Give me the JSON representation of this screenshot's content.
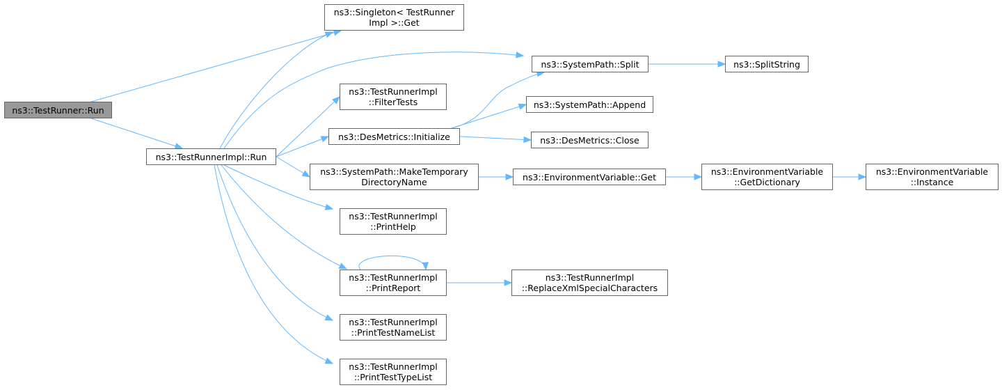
{
  "nodes": {
    "testrunner_run": {
      "lines": [
        "ns3::TestRunner::Run"
      ]
    },
    "singleton_get": {
      "lines": [
        "ns3::Singleton< TestRunner",
        "Impl >::Get"
      ]
    },
    "testrunnerimpl_run": {
      "lines": [
        "ns3::TestRunnerImpl::Run"
      ]
    },
    "systempath_split": {
      "lines": [
        "ns3::SystemPath::Split"
      ]
    },
    "splitstring": {
      "lines": [
        "ns3::SplitString"
      ]
    },
    "filtertests": {
      "lines": [
        "ns3::TestRunnerImpl",
        "::FilterTests"
      ]
    },
    "systempath_append": {
      "lines": [
        "ns3::SystemPath::Append"
      ]
    },
    "desmetrics_initialize": {
      "lines": [
        "ns3::DesMetrics::Initialize"
      ]
    },
    "desmetrics_close": {
      "lines": [
        "ns3::DesMetrics::Close"
      ]
    },
    "make_temp_dir": {
      "lines": [
        "ns3::SystemPath::MakeTemporary",
        "DirectoryName"
      ]
    },
    "envvar_get": {
      "lines": [
        "ns3::EnvironmentVariable::Get"
      ]
    },
    "envvar_getdictionary": {
      "lines": [
        "ns3::EnvironmentVariable",
        "::GetDictionary"
      ]
    },
    "envvar_instance": {
      "lines": [
        "ns3::EnvironmentVariable",
        "::Instance"
      ]
    },
    "printhelp": {
      "lines": [
        "ns3::TestRunnerImpl",
        "::PrintHelp"
      ]
    },
    "printreport": {
      "lines": [
        "ns3::TestRunnerImpl",
        "::PrintReport"
      ]
    },
    "replacexml": {
      "lines": [
        "ns3::TestRunnerImpl",
        "::ReplaceXmlSpecialCharacters"
      ]
    },
    "printtestnamelist": {
      "lines": [
        "ns3::TestRunnerImpl",
        "::PrintTestNameList"
      ]
    },
    "printtesttypelist": {
      "lines": [
        "ns3::TestRunnerImpl",
        "::PrintTestTypeList"
      ]
    }
  },
  "edges": [
    [
      "testrunner_run",
      "singleton_get"
    ],
    [
      "testrunner_run",
      "testrunnerimpl_run"
    ],
    [
      "testrunnerimpl_run",
      "singleton_get"
    ],
    [
      "testrunnerimpl_run",
      "systempath_split"
    ],
    [
      "testrunnerimpl_run",
      "filtertests"
    ],
    [
      "testrunnerimpl_run",
      "desmetrics_initialize"
    ],
    [
      "testrunnerimpl_run",
      "make_temp_dir"
    ],
    [
      "testrunnerimpl_run",
      "printhelp"
    ],
    [
      "testrunnerimpl_run",
      "printreport"
    ],
    [
      "testrunnerimpl_run",
      "printtestnamelist"
    ],
    [
      "testrunnerimpl_run",
      "printtesttypelist"
    ],
    [
      "systempath_split",
      "splitstring"
    ],
    [
      "desmetrics_initialize",
      "systempath_split"
    ],
    [
      "desmetrics_initialize",
      "systempath_append"
    ],
    [
      "desmetrics_initialize",
      "desmetrics_close"
    ],
    [
      "make_temp_dir",
      "envvar_get"
    ],
    [
      "envvar_get",
      "envvar_getdictionary"
    ],
    [
      "envvar_getdictionary",
      "envvar_instance"
    ],
    [
      "printreport",
      "printreport"
    ],
    [
      "printreport",
      "replacexml"
    ]
  ],
  "colors": {
    "edge": "#63b8ff",
    "root_fill": "#999999",
    "node_border": "#666666"
  }
}
